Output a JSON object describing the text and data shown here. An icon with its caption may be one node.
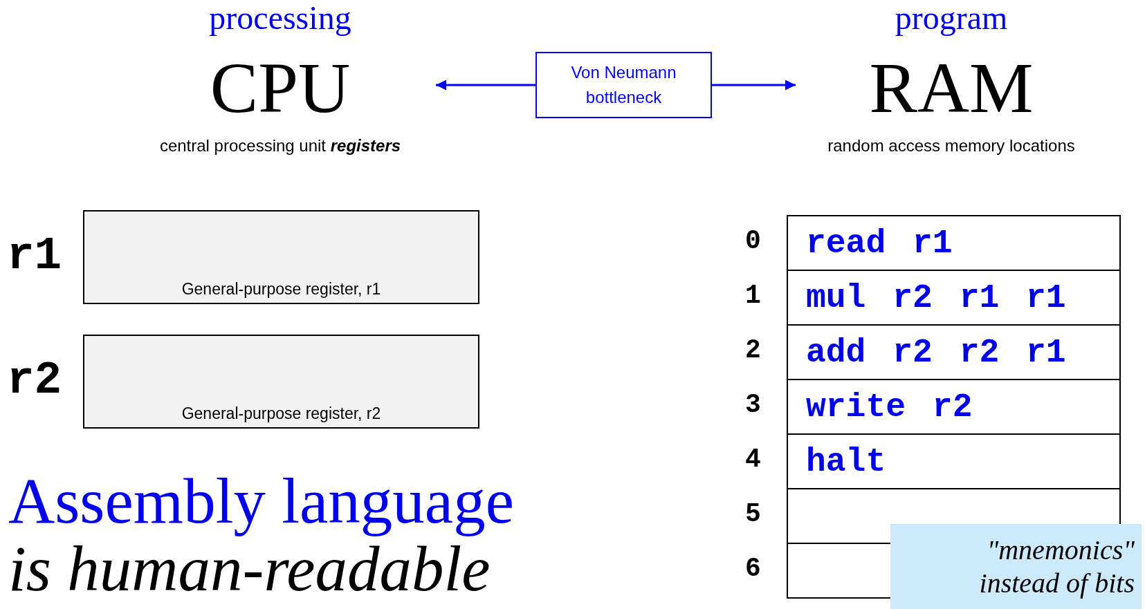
{
  "diagram": {
    "nodes": [
      {
        "text": [
          "processing",
          "CPU",
          "central processing unit **registers**"
        ]
      },
      {
        "text": [
          "Von Neumann bottleneck"
        ]
      },
      {
        "text": [
          "program",
          "RAM",
          "random access memory locations"
        ]
      },
      {
        "text": [
          "General-purpose register, r1"
        ],
        "beside": [
          "r1"
        ]
      },
      {
        "text": [
          "General-purpose register, r2"
        ],
        "beside": [
          "r2"
        ]
      },
      {
        "text": [
          "read r1"
        ],
        "beside": [
          "0"
        ]
      },
      {
        "text": [
          "mul r2 r1 r1"
        ],
        "beside": [
          "1"
        ]
      },
      {
        "text": [
          "add r2 r2 r1"
        ],
        "beside": [
          "2"
        ]
      },
      {
        "text": [
          "write r2"
        ],
        "beside": [
          "3"
        ]
      },
      {
        "text": [
          "halt"
        ],
        "beside": [
          "4"
        ]
      },
      {
        "text": [],
        "shape": "box",
        "beside": [
          "5"
        ]
      },
      {
        "text": [],
        "shape": "box",
        "beside": [
          "6"
        ]
      },
      {
        "text": [
          "\"mnemonics\" instead of bits"
        ]
      }
    ],
    "edges": [
      {
        "from": 1,
        "to": 0,
        "arrow": "to",
        "color": "#0000ff"
      },
      {
        "from": 1,
        "to": 2,
        "arrow": "to",
        "color": "#0000ff"
      }
    ],
    "labels": [
      "Assembly language",
      "is human-readable"
    ]
  }
}
